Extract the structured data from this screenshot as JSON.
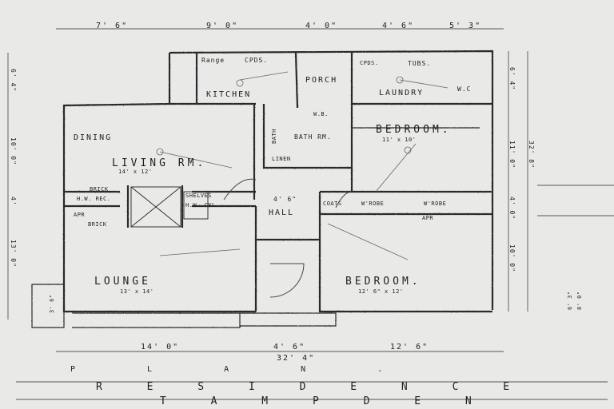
{
  "rooms": {
    "kitchen": "KITCHEN",
    "porch": "PORCH",
    "laundry": "LAUNDRY",
    "wc": "W.C",
    "dining": "DINING",
    "living": "LIVING RM.",
    "living_size": "14' x 12'",
    "bath": "BATH",
    "bath_rm": "BATH RM.",
    "linen": "LINEN",
    "hall": "HALL",
    "hall_size": "4' 6\"",
    "bedroom1": "BEDROOM.",
    "bedroom1_size": "11' x 10'",
    "bedroom2": "BEDROOM.",
    "bedroom2_size": "12' 6\" x 12'",
    "lounge": "LOUNGE",
    "lounge_size": "13' x 14'",
    "coats": "COATS",
    "wrobe": "W'ROBE",
    "wrobe2": "W'ROBE",
    "shelves": "SHELVES",
    "hw_cyl": "H.W. CYL",
    "range": "Range",
    "cpds": "CPDS.",
    "cpds2": "CPDS.",
    "tubs": "TUBS.",
    "wb": "W.B.",
    "brick": "BRICK",
    "brick2": "BRICK",
    "hw_rec": "H.W. REC.",
    "apr": "APR",
    "apr2": "APR"
  },
  "dimensions": {
    "top": [
      "7' 6\"",
      "9' 0\"",
      "4' 0\"",
      "4' 6\"",
      "5' 3\""
    ],
    "bottom": [
      "14' 0\"",
      "4' 6\"",
      "12' 6\""
    ],
    "bottom_total": "32' 4\"",
    "right": [
      "6' 4\"",
      "11' 0\"",
      "4' 0\"",
      "10' 0\""
    ],
    "right_total": "32' 8\"",
    "left": [
      "6' 4\"",
      "10' 0\"",
      "4'",
      "13' 0\""
    ],
    "far_right": "6' 3\"",
    "far_right2": "8' 0\"",
    "porch_dim": "3' 6\""
  },
  "title": {
    "line1": "P L A N .",
    "line2": "R E S I D E N C E",
    "line3": "T A M P D E N"
  }
}
